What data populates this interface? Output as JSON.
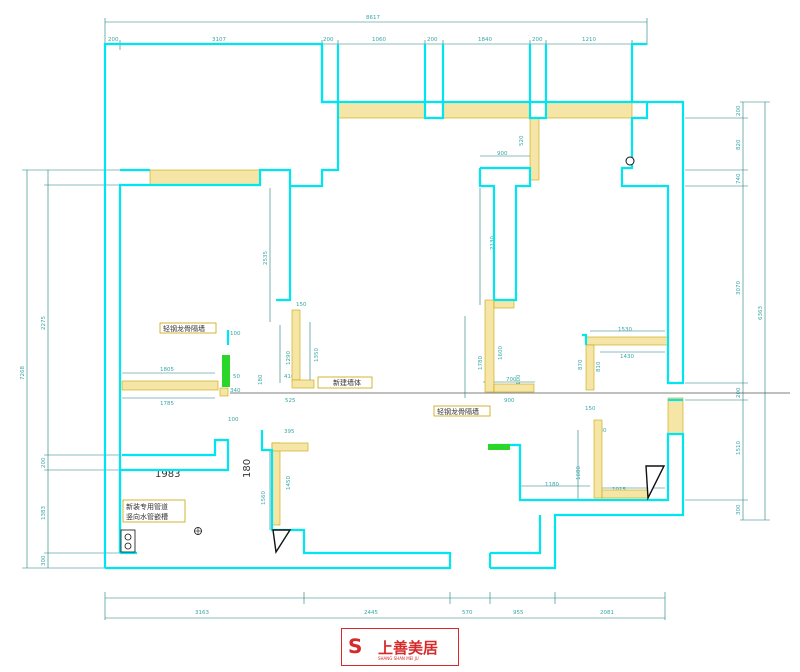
{
  "labels": {
    "light_steel_1": "轻钢龙骨隔墙",
    "light_steel_2": "轻钢龙骨隔墙",
    "new_wall": "新建墙体",
    "pipe_note_1": "新装专用管道",
    "pipe_note_2": "竖向水管嵌槽",
    "big_dim": "1983",
    "big_dim_2": "180"
  },
  "dims": {
    "total_width": "8617",
    "top": [
      "200",
      "3107",
      "200",
      "1060",
      "200",
      "1840",
      "200",
      "1210"
    ],
    "bottom": [
      "3163",
      "2445",
      "570",
      "955",
      "2081"
    ],
    "left_total": "7268",
    "left": [
      "2275",
      "200",
      "1383",
      "300"
    ],
    "right_total": "6363",
    "right": [
      "200",
      "820",
      "740",
      "3070",
      "200",
      "1510",
      "300"
    ],
    "inner": [
      "2535",
      "2130",
      "900",
      "520",
      "1805",
      "1785",
      "150",
      "1290",
      "1350",
      "410",
      "340",
      "525",
      "100",
      "50",
      "180",
      "395",
      "100",
      "1560",
      "1450",
      "1780",
      "1600",
      "700",
      "900",
      "100",
      "1530",
      "1430",
      "870",
      "810",
      "280",
      "150",
      "1180",
      "1015",
      "1680"
    ]
  },
  "logo": {
    "mark": "ꓢ",
    "brand": "上善美居",
    "sub": "SHANG SHAN MEI JU"
  },
  "colors": {
    "wall": "#00e6f0",
    "new_wall_fill": "#f5e6a8",
    "dimension": "#1a7f7f",
    "highlight": "#2bd62b",
    "brand": "#d62a2a"
  }
}
